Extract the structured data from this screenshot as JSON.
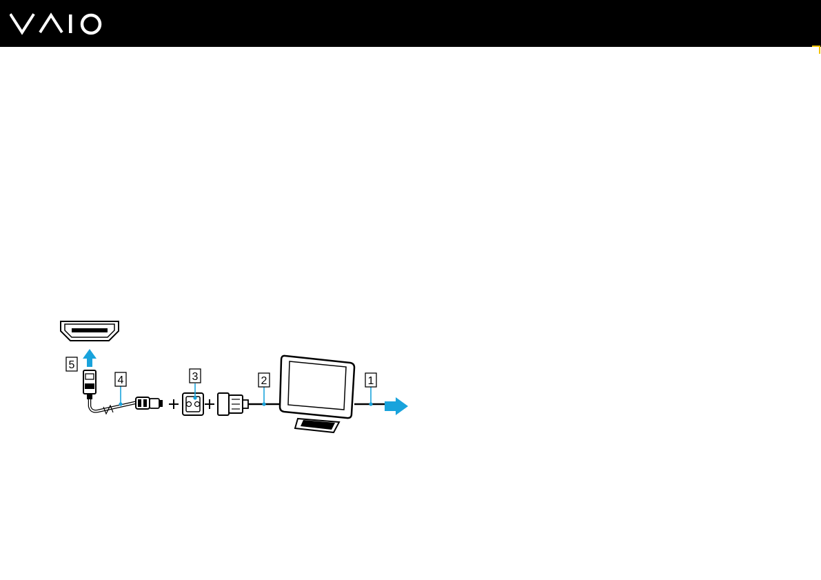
{
  "header": {
    "brand": "VAIO",
    "background": "#000000",
    "logo_color": "#ffffff",
    "corner_accent": "#f2c300"
  },
  "diagram": {
    "accent_color": "#19a3dc",
    "callouts": [
      {
        "id": "1",
        "label": "1"
      },
      {
        "id": "2",
        "label": "2"
      },
      {
        "id": "3",
        "label": "3"
      },
      {
        "id": "4",
        "label": "4"
      },
      {
        "id": "5",
        "label": "5"
      }
    ],
    "icons": [
      "hdmi-port-icon",
      "up-arrow-icon",
      "hdmi-plug-icon",
      "hdmi-cable-icon",
      "hdmi-dvi-adapter-icon",
      "dvi-plug-icon",
      "monitor-icon",
      "right-arrow-icon"
    ]
  }
}
